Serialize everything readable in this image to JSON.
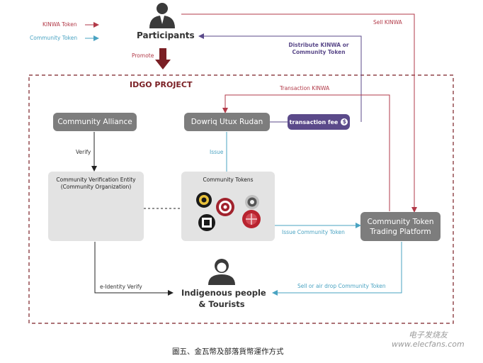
{
  "legend": {
    "kinwa_token": "KINWA Token",
    "community_token": "Community Token"
  },
  "top": {
    "participants": "Participants",
    "promote": "Promote",
    "sell_kinwa": "Sell KINWA",
    "distribute": "Distribute KINWA or\nCommunity Token"
  },
  "project": {
    "title": "IDGO PROJECT",
    "transaction_kinwa": "Transaction KINWA",
    "community_alliance": "Community Alliance",
    "dowriq": "Dowriq Utux Rudan",
    "transaction_fee": "transaction fee",
    "fee_icon": "$",
    "verify": "Verify",
    "issue": "Issue",
    "verification_entity": "Community Verification Entity\n(Community Organization)",
    "community_tokens": "Community Tokens",
    "issue_community_token": "Issue Community Token",
    "trading_platform": "Community Token\nTrading Platform",
    "e_identity": "e-Identity Verify",
    "sell_airdrop": "Sell or air drop Community Token",
    "indigenous": "Indigenous people\n& Tourists"
  },
  "caption": "圖五、金瓦幣及部落貨幣運作方式",
  "watermark": "电子发烧友\nwww.elecfans.com",
  "colors": {
    "kinwa": "#b23a48",
    "community": "#4aa3c2",
    "dark_red": "#7a1f24",
    "pill_gray": "#7d7d7d",
    "panel_gray": "#e3e3e3",
    "fee_purple": "#5b4a8a"
  },
  "icons": [
    "person-icon",
    "teepee-icon",
    "token-coin-icon",
    "dollar-icon",
    "arrow-icon"
  ]
}
